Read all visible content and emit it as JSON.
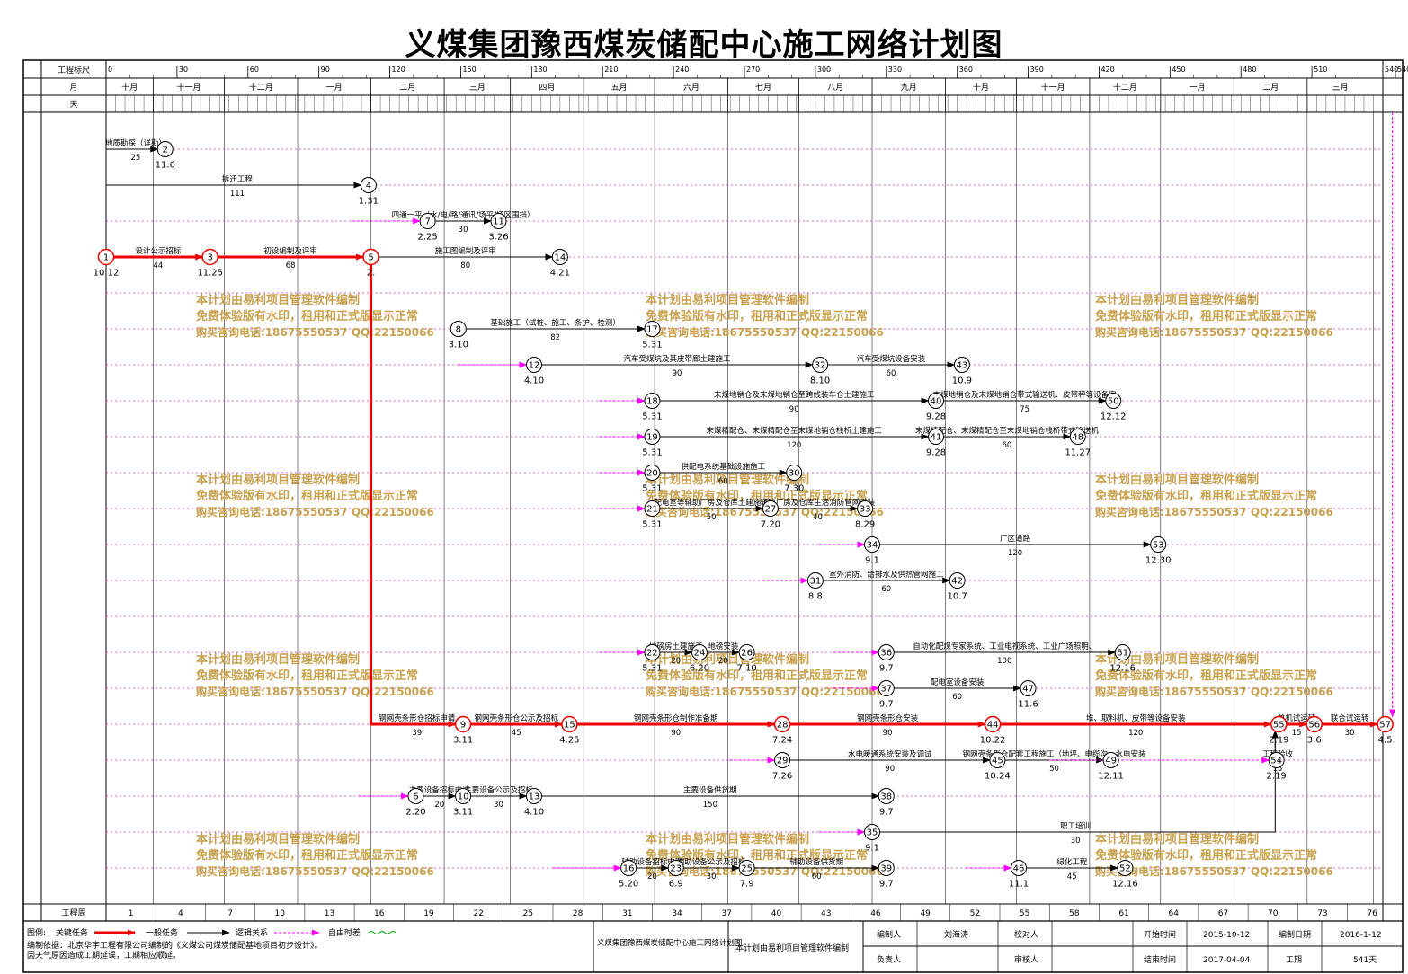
{
  "title": "义煤集团豫西煤炭储配中心施工网络计划图",
  "header": {
    "scale_label": "工程标尺",
    "scale_ticks": [
      "0",
      "30",
      "60",
      "90",
      "120",
      "150",
      "180",
      "210",
      "240",
      "270",
      "300",
      "330",
      "360",
      "390",
      "420",
      "450",
      "480",
      "510",
      "540",
      "540"
    ],
    "month_label": "月",
    "months": [
      "十月",
      "十一月",
      "十二月",
      "一月",
      "二月",
      "三月",
      "四月",
      "五月",
      "六月",
      "七月",
      "八月",
      "九月",
      "十月",
      "十一月",
      "十二月",
      "一月",
      "二月",
      "三月"
    ],
    "day_label": "天",
    "week_label": "工程周",
    "weeks": [
      "1",
      "4",
      "7",
      "10",
      "13",
      "16",
      "19",
      "22",
      "25",
      "28",
      "31",
      "34",
      "37",
      "40",
      "43",
      "46",
      "49",
      "52",
      "55",
      "58",
      "61",
      "64",
      "67",
      "70",
      "73",
      "76"
    ]
  },
  "watermark": {
    "line1": "本计划由易利项目管理软件编制",
    "line2": "免费体验版有水印，租用和正式版显示正常",
    "line3": "购买咨询电话:18675550537 QQ:22150066"
  },
  "nodes": [
    {
      "id": "1",
      "date": "10.12"
    },
    {
      "id": "2",
      "date": "11.6"
    },
    {
      "id": "3",
      "date": "11.25"
    },
    {
      "id": "4",
      "date": "1.31"
    },
    {
      "id": "5",
      "date": "2."
    },
    {
      "id": "6",
      "date": "2.20"
    },
    {
      "id": "7",
      "date": "2.25"
    },
    {
      "id": "8",
      "date": "3.10"
    },
    {
      "id": "9",
      "date": "3.11"
    },
    {
      "id": "10",
      "date": "3.11"
    },
    {
      "id": "11",
      "date": "3.26"
    },
    {
      "id": "12",
      "date": "4.10"
    },
    {
      "id": "13",
      "date": "4.10"
    },
    {
      "id": "14",
      "date": "4.21"
    },
    {
      "id": "15",
      "date": "4.25"
    },
    {
      "id": "16",
      "date": "5.20"
    },
    {
      "id": "17",
      "date": "5.31"
    },
    {
      "id": "18",
      "date": "5.31"
    },
    {
      "id": "19",
      "date": "5.31"
    },
    {
      "id": "20",
      "date": "5.31"
    },
    {
      "id": "21",
      "date": "5.31"
    },
    {
      "id": "22",
      "date": "5.31"
    },
    {
      "id": "23",
      "date": "6.9"
    },
    {
      "id": "24",
      "date": "6.20"
    },
    {
      "id": "25",
      "date": "7.9"
    },
    {
      "id": "26",
      "date": "7.10"
    },
    {
      "id": "27",
      "date": "7.20"
    },
    {
      "id": "28",
      "date": "7.24"
    },
    {
      "id": "29",
      "date": "7.26"
    },
    {
      "id": "30",
      "date": "7.30"
    },
    {
      "id": "31",
      "date": "8.8"
    },
    {
      "id": "32",
      "date": "8.10"
    },
    {
      "id": "33",
      "date": "8.29"
    },
    {
      "id": "34",
      "date": "9.1"
    },
    {
      "id": "35",
      "date": "9.1"
    },
    {
      "id": "36",
      "date": "9.7"
    },
    {
      "id": "37",
      "date": "9.7"
    },
    {
      "id": "38",
      "date": "9.7"
    },
    {
      "id": "39",
      "date": "9.7"
    },
    {
      "id": "40",
      "date": "9.28"
    },
    {
      "id": "41",
      "date": "9.28"
    },
    {
      "id": "42",
      "date": "10.7"
    },
    {
      "id": "43",
      "date": "10.9"
    },
    {
      "id": "44",
      "date": "10.22"
    },
    {
      "id": "45",
      "date": "10.24"
    },
    {
      "id": "46",
      "date": "11.1"
    },
    {
      "id": "47",
      "date": "11.6"
    },
    {
      "id": "48",
      "date": "11.27"
    },
    {
      "id": "49",
      "date": "12.11"
    },
    {
      "id": "50",
      "date": "12.12"
    },
    {
      "id": "51",
      "date": "12.16"
    },
    {
      "id": "52",
      "date": "12.16"
    },
    {
      "id": "53",
      "date": "12.30"
    },
    {
      "id": "54",
      "date": "2.19"
    },
    {
      "id": "55",
      "date": "2.19"
    },
    {
      "id": "56",
      "date": "3.6"
    },
    {
      "id": "57",
      "date": "4.5"
    }
  ],
  "tasks": [
    {
      "name": "地质勘探（详勘）",
      "duration": "25"
    },
    {
      "name": "拆迁工程",
      "duration": "111"
    },
    {
      "name": "四通一平（水/电/路/通讯/场平/场区围挡）",
      "duration": "30"
    },
    {
      "name": "设计公示招标",
      "duration": "44"
    },
    {
      "name": "初设编制及评审",
      "duration": "68"
    },
    {
      "name": "施工图编制及评审",
      "duration": "80"
    },
    {
      "name": "基础施工（试桩、施工、条护、检测）",
      "duration": "82"
    },
    {
      "name": "汽车受煤坑及其皮带廊土建施工",
      "duration": "90"
    },
    {
      "name": "汽车受煤坑设备安装",
      "duration": "60"
    },
    {
      "name": "末煤地销仓及末煤地销仓至跨线装车仓土建施工",
      "duration": "90"
    },
    {
      "name": "末煤地销仓及末煤地销仓带式输送机、皮带秤等设备安装",
      "duration": "75"
    },
    {
      "name": "末煤精配仓、末煤精配仓至末煤地销仓栈桥土建施工",
      "duration": "120"
    },
    {
      "name": "末煤精配仓、末煤精配仓至末煤地销仓栈桥带式输送机等设备安装",
      "duration": "60"
    },
    {
      "name": "供配电系统基础设施施工",
      "duration": "60"
    },
    {
      "name": "配电室等辅助厂房及仓库土建施工",
      "duration": "50"
    },
    {
      "name": "辅助厂房及仓库生活消防管网安装",
      "duration": "40"
    },
    {
      "name": "厂区道路",
      "duration": "120"
    },
    {
      "name": "室外消防、给排水及供热管网施工",
      "duration": "60"
    },
    {
      "name": "地磅房土建施工",
      "duration": "20"
    },
    {
      "name": "地磅安装",
      "duration": "20"
    },
    {
      "name": "自动化配煤专家系统、工业电视系统、工业广场照明、计算机管理系统及桥架、电缆敷设",
      "duration": "100"
    },
    {
      "name": "配电室设备安装",
      "duration": "60"
    },
    {
      "name": "钢网壳条形仓招标申请",
      "duration": "39"
    },
    {
      "name": "钢网壳条形仓公示及招标",
      "duration": "45"
    },
    {
      "name": "钢网壳条形仓制作准备期",
      "duration": "90"
    },
    {
      "name": "钢网壳条形仓安装",
      "duration": "90"
    },
    {
      "name": "堆、取料机、皮带等设备安装",
      "duration": "120"
    },
    {
      "name": "单机试运转",
      "duration": "15"
    },
    {
      "name": "联合试运转",
      "duration": "30"
    },
    {
      "name": "水电暖通系统安装及调试",
      "duration": "90"
    },
    {
      "name": "钢网壳条形仓配套工程施工（地坪、电缆沟、水电安装等工程）",
      "duration": "50"
    },
    {
      "name": "工程验收",
      "duration": "15"
    },
    {
      "name": "主要设备招标申请",
      "duration": "20"
    },
    {
      "name": "主要设备公示及招标",
      "duration": "30"
    },
    {
      "name": "主要设备供货期",
      "duration": "150"
    },
    {
      "name": "职工培训",
      "duration": "30"
    },
    {
      "name": "辅助设备招标申请",
      "duration": "20"
    },
    {
      "name": "辅助设备公示及招标",
      "duration": "30"
    },
    {
      "name": "辅助设备供货期",
      "duration": "60"
    },
    {
      "name": "绿化工程",
      "duration": "45"
    }
  ],
  "legend": {
    "label": "图例:",
    "critical": "关键任务",
    "normal": "一般任务",
    "logic": "逻辑关系",
    "float": "自由时差",
    "note1": "编制依据：北京华宇工程有限公司编制的《义煤公司煤炭储配基地项目初步设计》。",
    "note2": "因天气原因造成工期延误，工期相应顺延。"
  },
  "footer": {
    "project_name": "义煤集团豫西煤炭储配中心施工网络计划图",
    "software_note": "本计划由易利项目管理软件编制",
    "preparer_label": "编制人",
    "preparer": "刘海涛",
    "proofreader_label": "校对人",
    "proofreader": "",
    "owner_label": "负责人",
    "owner": "",
    "reviewer_label": "审核人",
    "reviewer": "",
    "start_label": "开始时间",
    "start": "2015-10-12",
    "date_label": "编制日期",
    "date": "2016-1-12",
    "end_label": "结束时间",
    "end": "2017-04-04",
    "duration_label": "工期",
    "duration": "541天"
  },
  "colors": {
    "critical": "#ee0000",
    "normal": "#000000",
    "float": "#ff00ff",
    "slack": "#00aa00",
    "watermark": "#c8a14e",
    "gridline": "#cc33cc"
  }
}
